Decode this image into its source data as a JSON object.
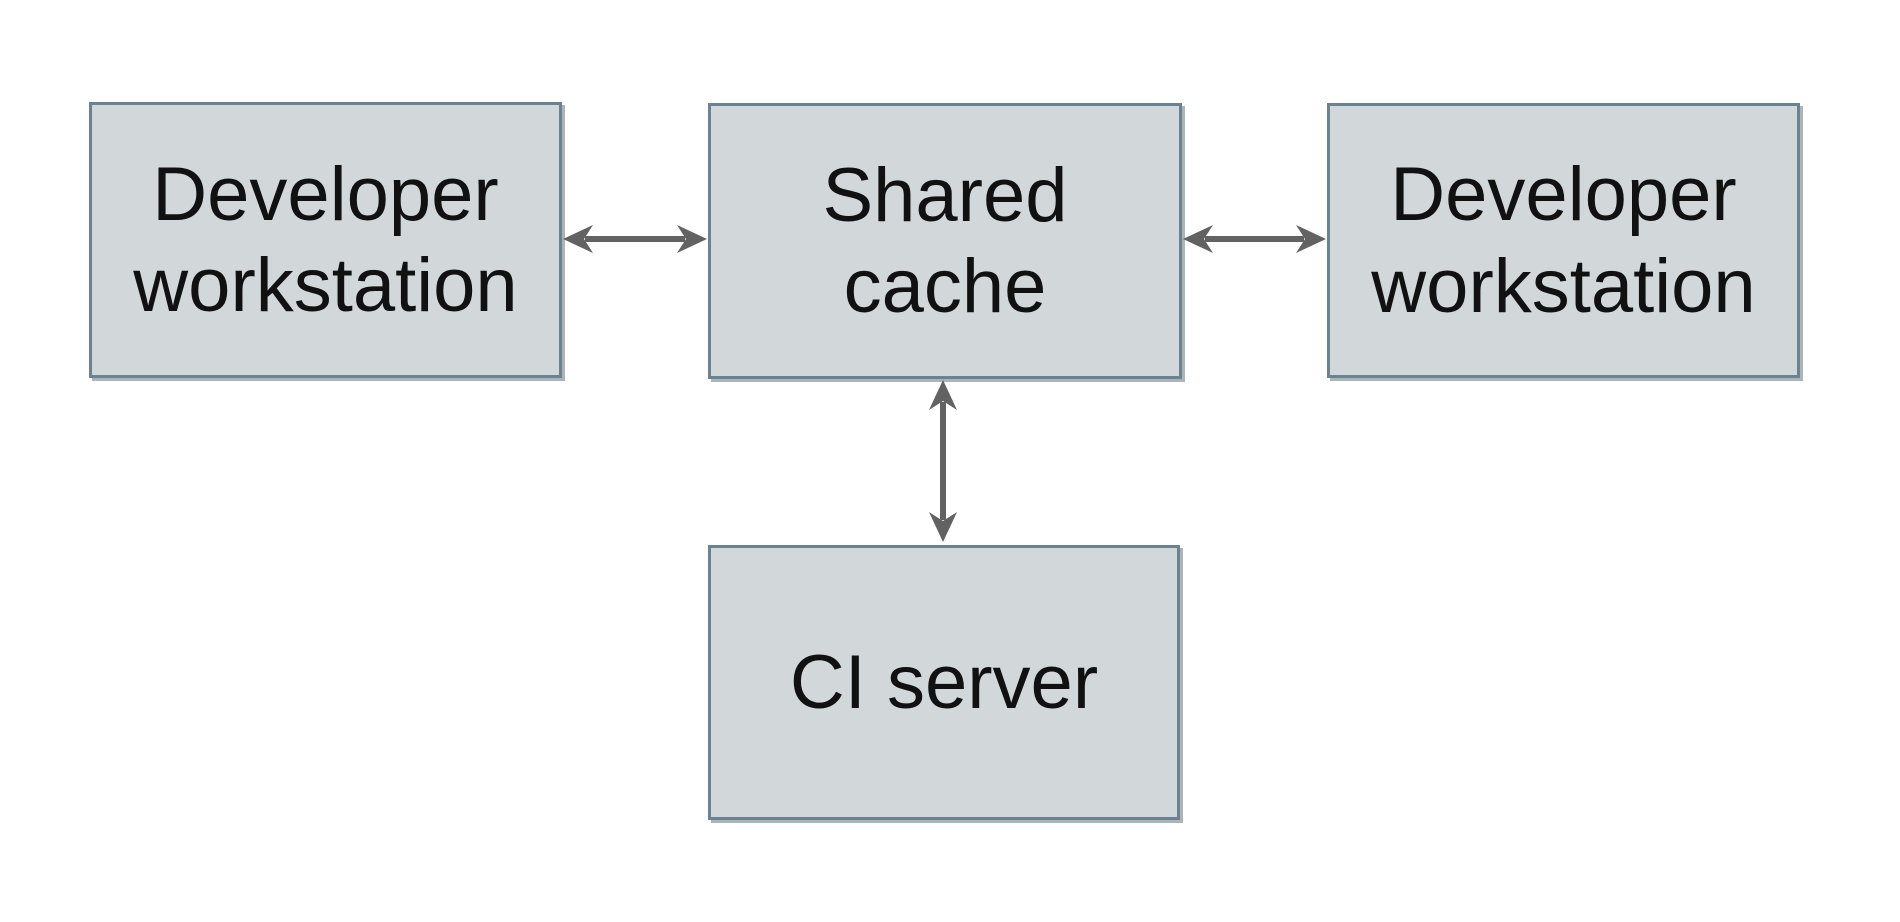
{
  "diagram": {
    "type": "architecture-diagram",
    "nodes": {
      "dev_left": {
        "label": "Developer\nworkstation"
      },
      "shared_cache": {
        "label": "Shared\ncache"
      },
      "dev_right": {
        "label": "Developer\nworkstation"
      },
      "ci_server": {
        "label": "CI server"
      }
    },
    "edges": [
      {
        "from": "dev_left",
        "to": "shared_cache",
        "direction": "bidirectional"
      },
      {
        "from": "shared_cache",
        "to": "dev_right",
        "direction": "bidirectional"
      },
      {
        "from": "shared_cache",
        "to": "ci_server",
        "direction": "bidirectional"
      }
    ]
  },
  "colors": {
    "background": "#ffffff",
    "node_fill": "#d2d8da",
    "node_border": "#6b8290",
    "node_shadow": "rgba(100,118,127,0.55)",
    "arrow": "#626262",
    "text": "#111111"
  }
}
